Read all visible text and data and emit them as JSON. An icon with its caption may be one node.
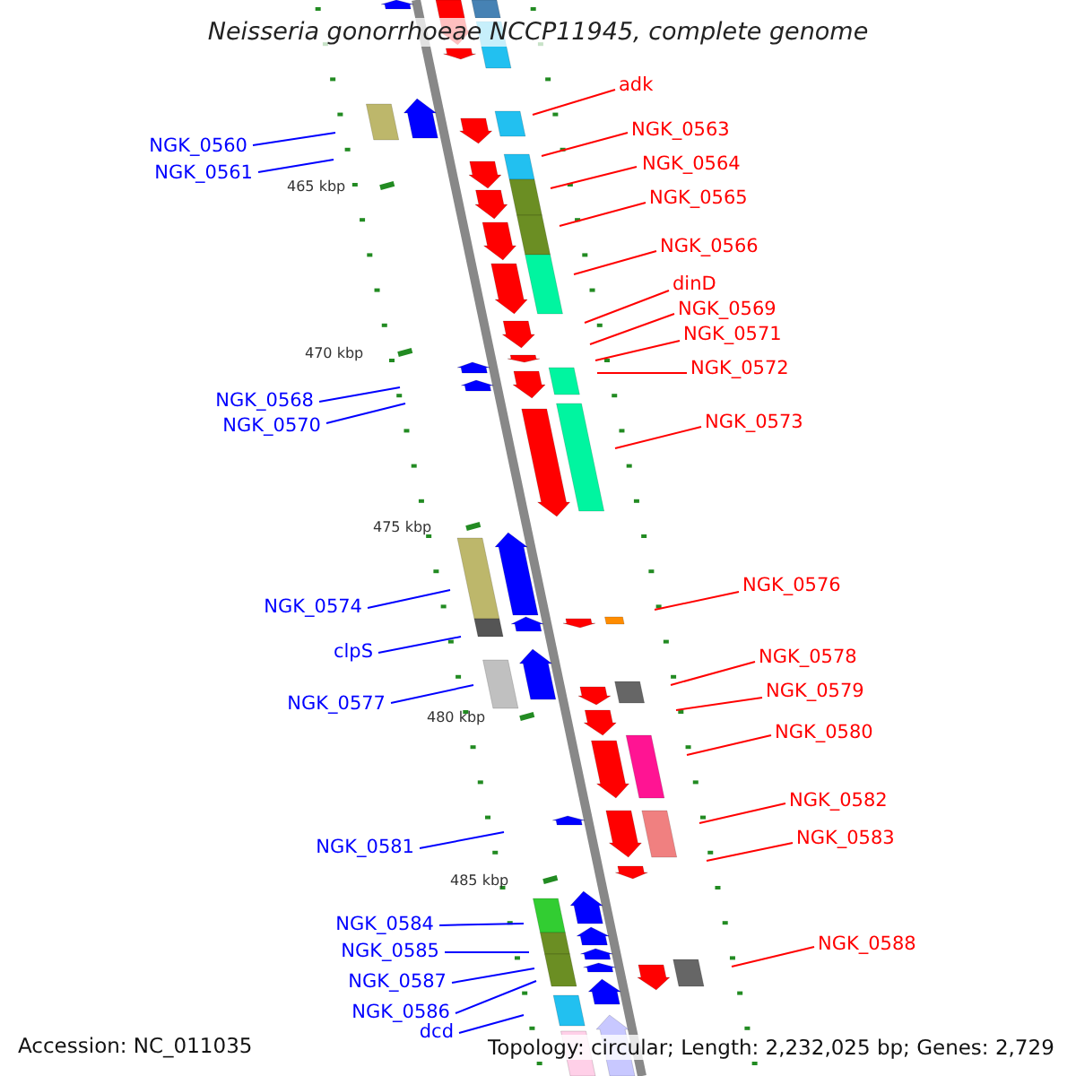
{
  "diagram": {
    "title": "Neisseria gonorrhoeae NCCP11945, complete genome",
    "nodes": [
      {
        "text": [
          "adk"
        ]
      },
      {
        "text": [
          "NGK_0563"
        ]
      },
      {
        "text": [
          "NGK_0560"
        ]
      },
      {
        "text": [
          "NGK_0564"
        ]
      },
      {
        "text": [
          "NGK_0561"
        ]
      },
      {
        "text": [
          "NGK_0565"
        ]
      },
      {
        "text": [
          "NGK_0566"
        ]
      },
      {
        "text": [
          "dinD"
        ]
      },
      {
        "text": [
          "NGK_0569"
        ]
      },
      {
        "text": [
          "NGK_0571"
        ]
      },
      {
        "text": [
          "NGK_0572"
        ]
      },
      {
        "text": [
          "NGK_0568"
        ]
      },
      {
        "text": [
          "NGK_0573"
        ]
      },
      {
        "text": [
          "NGK_0570"
        ]
      },
      {
        "text": [
          "NGK_0576"
        ]
      },
      {
        "text": [
          "NGK_0574"
        ]
      },
      {
        "text": [
          "clpS"
        ]
      },
      {
        "text": [
          "NGK_0578"
        ]
      },
      {
        "text": [
          "NGK_0579"
        ]
      },
      {
        "text": [
          "NGK_0577"
        ]
      },
      {
        "text": [
          "NGK_0580"
        ]
      },
      {
        "text": [
          "NGK_0582"
        ]
      },
      {
        "text": [
          "NGK_0583"
        ]
      },
      {
        "text": [
          "NGK_0581"
        ]
      },
      {
        "text": [
          "NGK_0584"
        ]
      },
      {
        "text": [
          "NGK_0588"
        ]
      },
      {
        "text": [
          "NGK_0585"
        ]
      },
      {
        "text": [
          "NGK_0587"
        ]
      },
      {
        "text": [
          "NGK_0586"
        ]
      },
      {
        "text": [
          "dcd"
        ]
      }
    ],
    "edges": [
      {
        "from": 0,
        "to": null,
        "arrow": "none",
        "color": "#ff0000"
      },
      {
        "from": 1,
        "to": null,
        "arrow": "none",
        "color": "#ff0000"
      },
      {
        "from": 2,
        "to": null,
        "arrow": "none",
        "color": "#0000ff"
      },
      {
        "from": 3,
        "to": null,
        "arrow": "none",
        "color": "#ff0000"
      },
      {
        "from": 4,
        "to": null,
        "arrow": "none",
        "color": "#0000ff"
      },
      {
        "from": 5,
        "to": null,
        "arrow": "none",
        "color": "#ff0000"
      },
      {
        "from": 6,
        "to": null,
        "arrow": "none",
        "color": "#ff0000"
      },
      {
        "from": 7,
        "to": null,
        "arrow": "none",
        "color": "#ff0000"
      },
      {
        "from": 8,
        "to": null,
        "arrow": "none",
        "color": "#ff0000"
      },
      {
        "from": 9,
        "to": null,
        "arrow": "none",
        "color": "#ff0000"
      },
      {
        "from": 10,
        "to": null,
        "arrow": "none",
        "color": "#ff0000"
      },
      {
        "from": 11,
        "to": null,
        "arrow": "none",
        "color": "#0000ff"
      },
      {
        "from": 12,
        "to": null,
        "arrow": "none",
        "color": "#ff0000"
      },
      {
        "from": 13,
        "to": null,
        "arrow": "none",
        "color": "#0000ff"
      },
      {
        "from": 14,
        "to": null,
        "arrow": "none",
        "color": "#ff0000"
      },
      {
        "from": 15,
        "to": null,
        "arrow": "none",
        "color": "#0000ff"
      },
      {
        "from": 16,
        "to": null,
        "arrow": "none",
        "color": "#0000ff"
      },
      {
        "from": 17,
        "to": null,
        "arrow": "none",
        "color": "#ff0000"
      },
      {
        "from": 18,
        "to": null,
        "arrow": "none",
        "color": "#ff0000"
      },
      {
        "from": 19,
        "to": null,
        "arrow": "none",
        "color": "#0000ff"
      },
      {
        "from": 20,
        "to": null,
        "arrow": "none",
        "color": "#ff0000"
      },
      {
        "from": 21,
        "to": null,
        "arrow": "none",
        "color": "#ff0000"
      },
      {
        "from": 22,
        "to": null,
        "arrow": "none",
        "color": "#ff0000"
      },
      {
        "from": 23,
        "to": null,
        "arrow": "none",
        "color": "#0000ff"
      },
      {
        "from": 24,
        "to": null,
        "arrow": "none",
        "color": "#0000ff"
      },
      {
        "from": 25,
        "to": null,
        "arrow": "none",
        "color": "#ff0000"
      },
      {
        "from": 26,
        "to": null,
        "arrow": "none",
        "color": "#0000ff"
      },
      {
        "from": 27,
        "to": null,
        "arrow": "none",
        "color": "#0000ff"
      },
      {
        "from": 28,
        "to": null,
        "arrow": "none",
        "color": "#0000ff"
      },
      {
        "from": 29,
        "to": null,
        "arrow": "none",
        "color": "#0000ff"
      }
    ],
    "labels": [
      "465 kbp",
      "470 kbp",
      "475 kbp",
      "480 kbp",
      "485 kbp",
      "Accession: NC_011035",
      "Topology: circular; Length: 2,232,025 bp; Genes: 2,729"
    ]
  }
}
